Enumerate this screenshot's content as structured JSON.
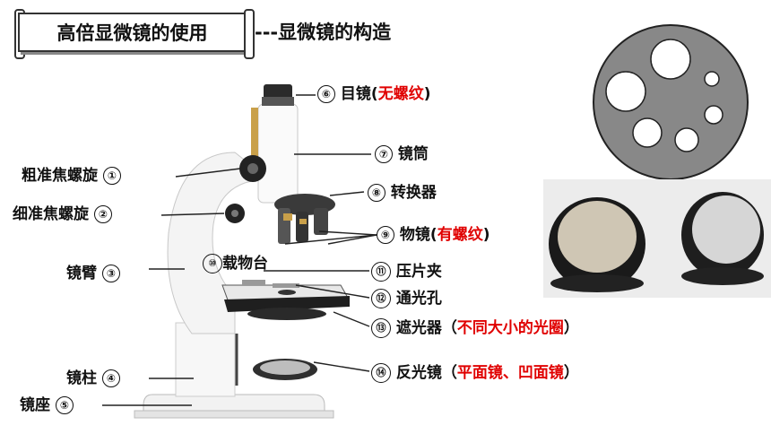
{
  "title": "高倍显微镜的使用",
  "subtitle": "---显微镜的构造",
  "parts": {
    "p1": {
      "num": "①",
      "name": "粗准焦螺旋"
    },
    "p2": {
      "num": "②",
      "name": "细准焦螺旋"
    },
    "p3": {
      "num": "③",
      "name": "镜臂"
    },
    "p4": {
      "num": "④",
      "name": "镜柱"
    },
    "p5": {
      "num": "⑤",
      "name": "镜座"
    },
    "p6": {
      "num": "⑥",
      "name": "目镜",
      "open": "(",
      "note": "无螺纹",
      "close": ")"
    },
    "p7": {
      "num": "⑦",
      "name": "镜筒"
    },
    "p8": {
      "num": "⑧",
      "name": "转换器"
    },
    "p9": {
      "num": "⑨",
      "name": "物镜",
      "open": "(",
      "note": "有螺纹",
      "close": ")"
    },
    "p10": {
      "num": "⑩",
      "name": "载物台"
    },
    "p11": {
      "num": "⑪",
      "name": "压片夹"
    },
    "p12": {
      "num": "⑫",
      "name": "通光孔"
    },
    "p13": {
      "num": "⑬",
      "name": "遮光器",
      "open": "（",
      "note": "不同大小的光圈",
      "close": "）"
    },
    "p14": {
      "num": "⑭",
      "name": "反光镜",
      "open": "（",
      "note": "平面镜、凹面镜",
      "close": "）"
    }
  },
  "colors": {
    "accent_red": "#e00000",
    "diaphragm_gray": "#888888"
  }
}
